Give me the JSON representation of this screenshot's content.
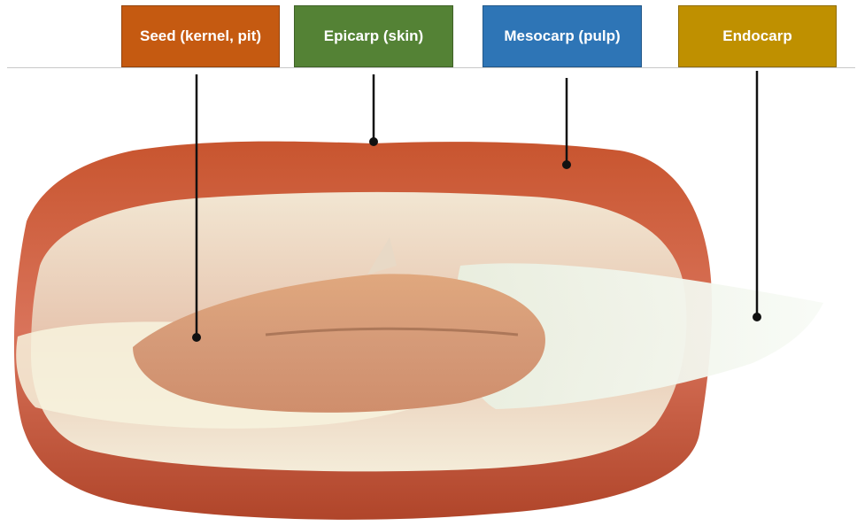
{
  "labels": {
    "seed": "Seed (kernel, pit)",
    "epicarp": "Epicarp (skin)",
    "mesocarp": "Mesocarp (pulp)",
    "endocarp": "Endocarp"
  },
  "colors": {
    "seed": "#c55a11",
    "epicarp": "#548235",
    "mesocarp": "#2e75b6",
    "endocarp": "#bf9000",
    "leader_line": "#111111"
  }
}
